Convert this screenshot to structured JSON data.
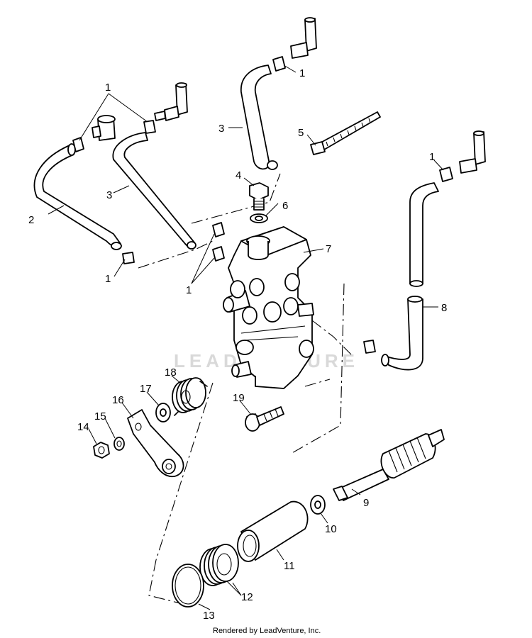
{
  "watermark": "LEADVENTURE",
  "footer": "Rendered by LeadVenture, Inc.",
  "callouts": {
    "c1_top": "1",
    "c1_pair": "1",
    "c1_bottom_left": "1",
    "c1_middle": "1",
    "c1_right": "1",
    "c2": "2",
    "c3_left": "3",
    "c3_top": "3",
    "c4": "4",
    "c5": "5",
    "c6": "6",
    "c7": "7",
    "c8": "8",
    "c9": "9",
    "c10": "10",
    "c11": "11",
    "c12": "12",
    "c13": "13",
    "c14": "14",
    "c15": "15",
    "c16": "16",
    "c17": "17",
    "c18": "18",
    "c19": "19"
  }
}
